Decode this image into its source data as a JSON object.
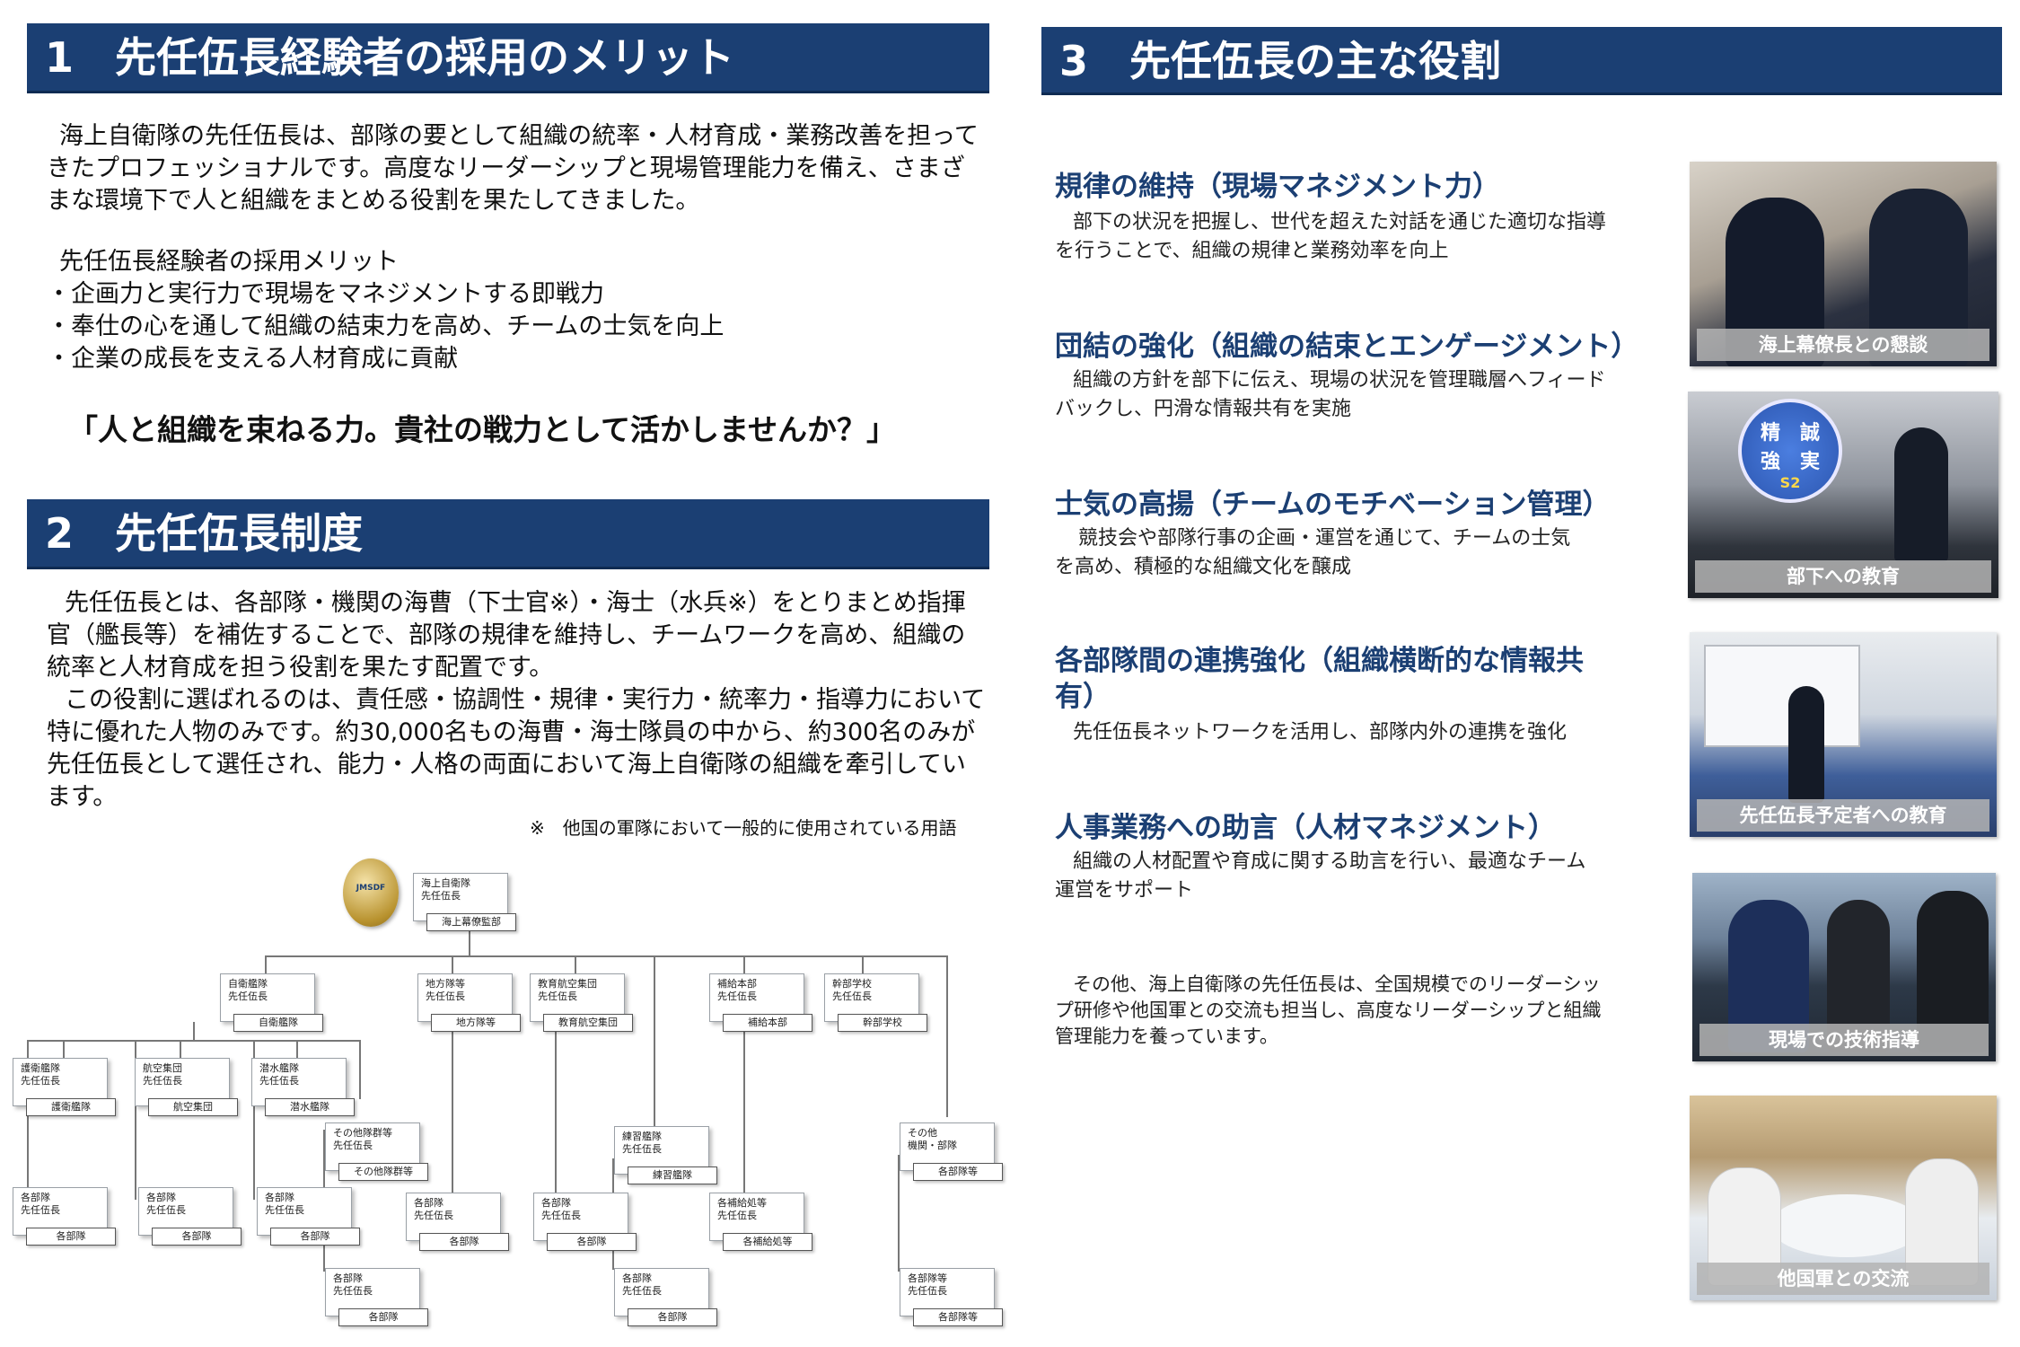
{
  "section1": {
    "header": "1　先任伍長経験者の採用のメリット",
    "intro": "海上自衛隊の先任伍長は、部隊の要として組織の統率・人材育成・業務改善を担ってきたプロフェッショナルです。高度なリーダーシップと現場管理能力を備え、さまざまな環境下で人と組織をまとめる役割を果たしてきました。",
    "merits_title": "先任伍長経験者の採用メリット",
    "merits": [
      "・企画力と実行力で現場をマネジメントする即戦力",
      "・奉仕の心を通して組織の結束力を高め、チームの士気を向上",
      "・企業の成長を支える人材育成に貢献"
    ],
    "quote": "「人と組織を束ねる力。貴社の戦力として活かしませんか？」"
  },
  "section2": {
    "header": "2　先任伍長制度",
    "p1": "先任伍長とは、各部隊・機関の海曹（下士官※）・海士（水兵※）をとりまとめ指揮官（艦長等）を補佐することで、部隊の規律を維持し、チームワークを高め、組織の統率と人材育成を担う役割を果たす配置です。",
    "p2": "この役割に選ばれるのは、責任感・協調性・規律・実行力・統率力・指導力において特に優れた人物のみです。約30,000名もの海曹・海士隊員の中から、約300名のみが先任伍長として選任され、能力・人格の両面において海上自衛隊の組織を牽引しています。",
    "note": "※　他国の軍隊において一般的に使用されている用語"
  },
  "org": {
    "emblem_text": "JMSDF",
    "nodes": [
      {
        "l1": "海上自衛隊",
        "l2": "先任伍長",
        "tag": "海上幕僚監部"
      },
      {
        "l1": "自衛艦隊",
        "l2": "先任伍長",
        "tag": "自衛艦隊"
      },
      {
        "l1": "地方隊等",
        "l2": "先任伍長",
        "tag": "地方隊等"
      },
      {
        "l1": "教育航空集団",
        "l2": "先任伍長",
        "tag": "教育航空集団"
      },
      {
        "l1": "補給本部",
        "l2": "先任伍長",
        "tag": "補給本部"
      },
      {
        "l1": "幹部学校",
        "l2": "先任伍長",
        "tag": "幹部学校"
      },
      {
        "l1": "護衛艦隊",
        "l2": "先任伍長",
        "tag": "護衛艦隊"
      },
      {
        "l1": "航空集団",
        "l2": "先任伍長",
        "tag": "航空集団"
      },
      {
        "l1": "潜水艦隊",
        "l2": "先任伍長",
        "tag": "潜水艦隊"
      },
      {
        "l1": "その他隊群等",
        "l2": "先任伍長",
        "tag": "その他隊群等"
      },
      {
        "l1": "練習艦隊",
        "l2": "先任伍長",
        "tag": "練習艦隊"
      },
      {
        "l1": "その他",
        "l2": "機関・部隊",
        "tag": "各部隊等"
      },
      {
        "l1": "各部隊",
        "l2": "先任伍長",
        "tag": "各部隊"
      },
      {
        "l1": "各部隊",
        "l2": "先任伍長",
        "tag": "各部隊"
      },
      {
        "l1": "各部隊",
        "l2": "先任伍長",
        "tag": "各部隊"
      },
      {
        "l1": "各部隊",
        "l2": "先任伍長",
        "tag": "各部隊"
      },
      {
        "l1": "各部隊",
        "l2": "先任伍長",
        "tag": "各部隊"
      },
      {
        "l1": "各補給処等",
        "l2": "先任伍長",
        "tag": "各補給処等"
      },
      {
        "l1": "各部隊",
        "l2": "先任伍長",
        "tag": "各部隊"
      },
      {
        "l1": "各部隊",
        "l2": "先任伍長",
        "tag": "各部隊"
      },
      {
        "l1": "各部隊等",
        "l2": "先任伍長",
        "tag": "各部隊等"
      }
    ]
  },
  "section3": {
    "header": "3　先任伍長の主な役割",
    "roles": [
      {
        "title": "規律の維持（現場マネジメント力）",
        "desc": "部下の状況を把握し、世代を超えた対話を通じた適切な指導を行うことで、組織の規律と業務効率を向上"
      },
      {
        "title": "団結の強化（組織の結束とエンゲージメント）",
        "desc": "組織の方針を部下に伝え、現場の状況を管理職層へフィードバックし、円滑な情報共有を実施"
      },
      {
        "title": "士気の高揚（チームのモチベーション管理）",
        "desc": "競技会や部隊行事の企画・運営を通じて、チームの士気を高め、積極的な組織文化を醸成"
      },
      {
        "title": "各部隊間の連携強化（組織横断的な情報共有）",
        "desc": "先任伍長ネットワークを活用し、部隊内外の連携を強化"
      },
      {
        "title": "人事業務への助言（人材マネジメント）",
        "desc": "組織の人材配置や育成に関する助言を行い、最適なチーム運営をサポート"
      }
    ],
    "closing": "その他、海上自衛隊の先任伍長は、全国規模でのリーダーシップ研修や他国軍との交流も担当し、高度なリーダーシップと組織管理能力を養っています。"
  },
  "photos": [
    {
      "caption": "海上幕僚長との懇談"
    },
    {
      "caption": "部下への教育",
      "badge_top": "精　誠",
      "badge_bottom": "強　実",
      "badge_mark": "S2"
    },
    {
      "caption": "先任伍長予定者への教育"
    },
    {
      "caption": "現場での技術指導"
    },
    {
      "caption": "他国軍との交流"
    }
  ],
  "colors": {
    "header_bg": "#1b3f73",
    "role_title": "#1b3f73"
  }
}
